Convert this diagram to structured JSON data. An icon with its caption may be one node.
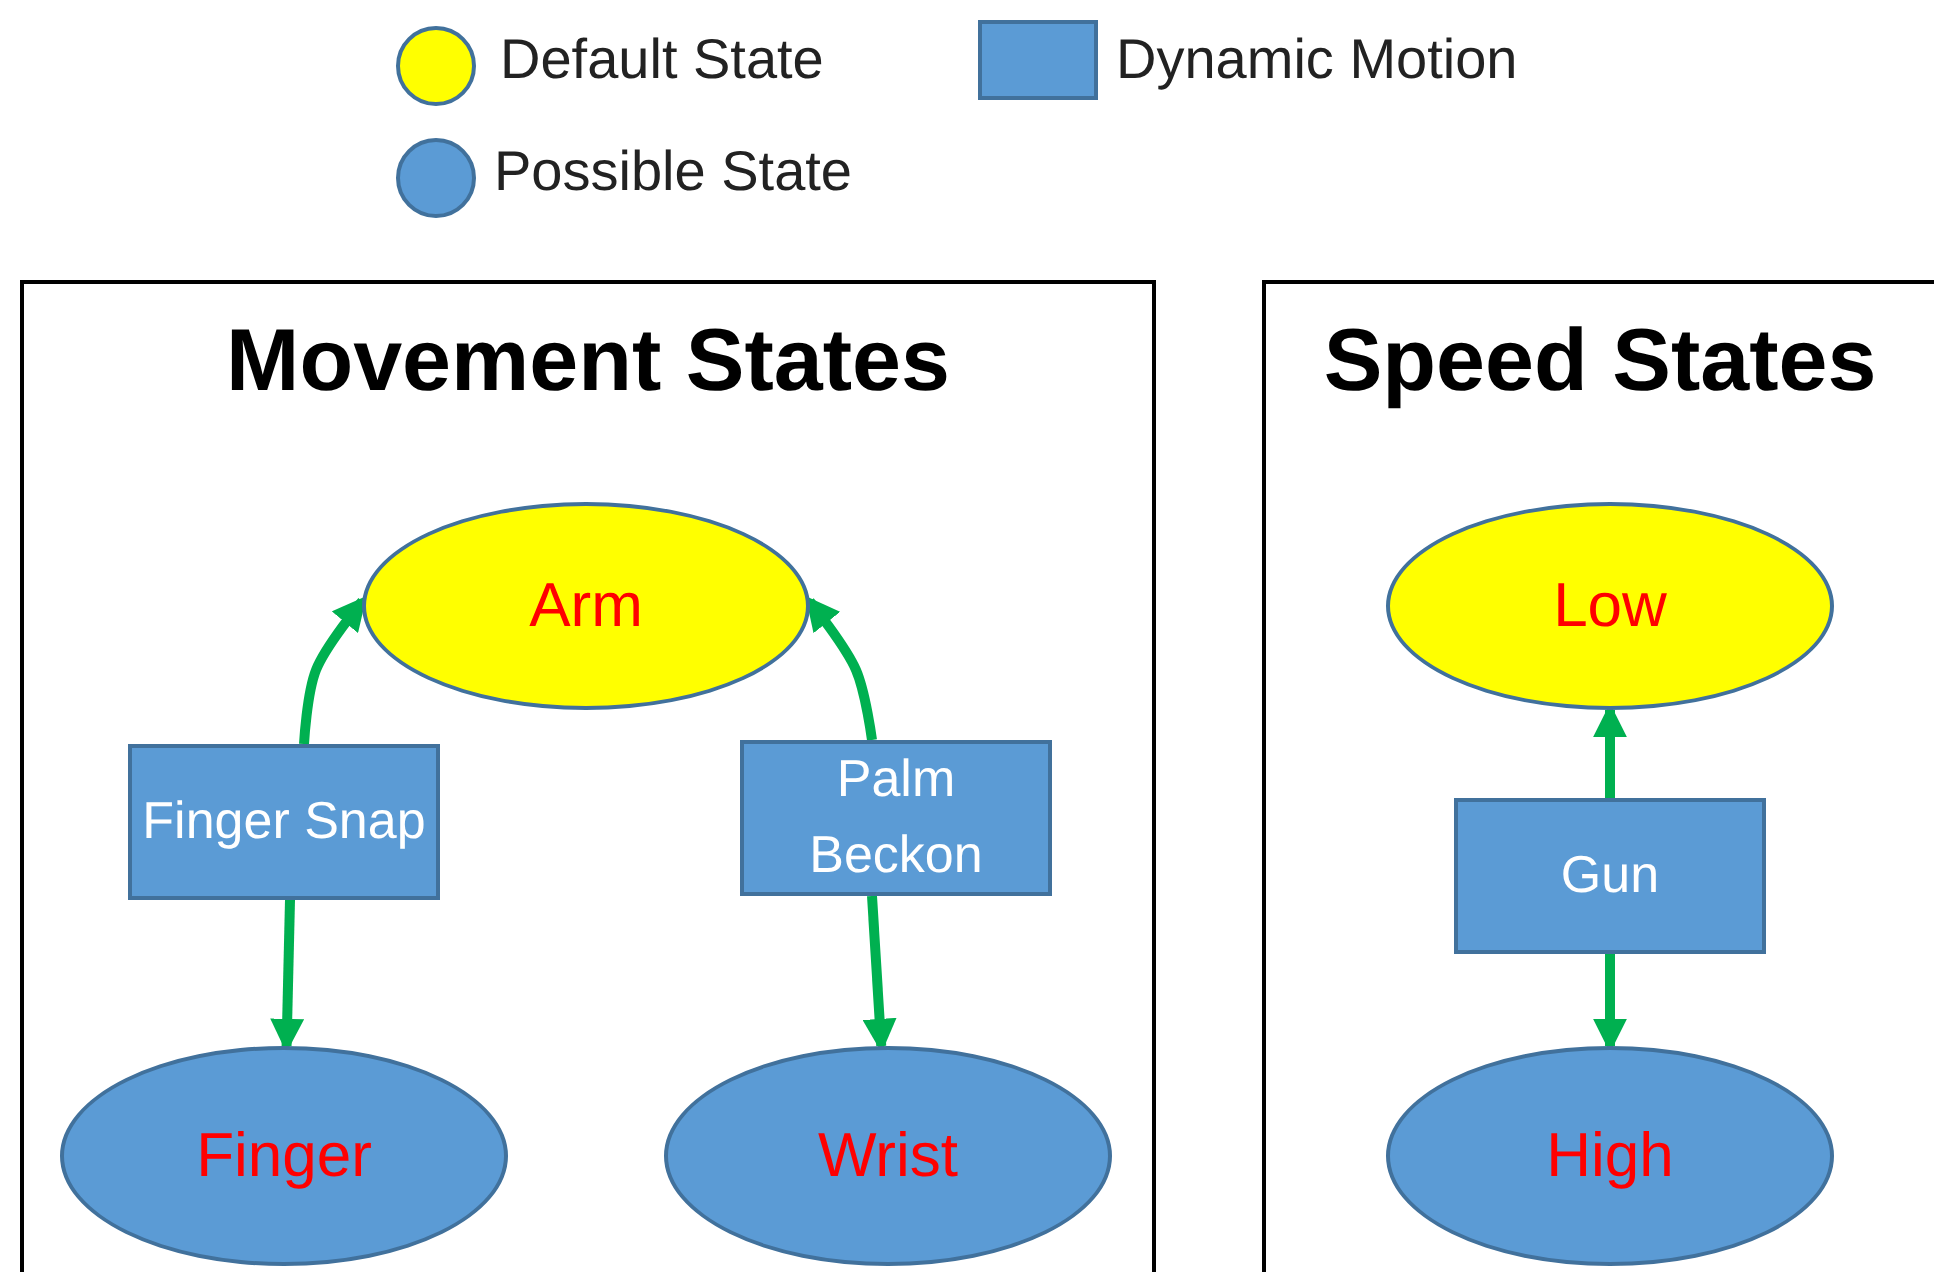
{
  "diagram": {
    "nodes": [
      {
        "text": [
          "Movement States"
        ]
      },
      {
        "text": [
          "Arm"
        ],
        "in": 0
      },
      {
        "text": [
          "Finger Snap"
        ],
        "in": 0
      },
      {
        "text": [
          "Palm Beckon"
        ],
        "in": 0
      },
      {
        "text": [
          "Finger"
        ],
        "in": 0
      },
      {
        "text": [
          "Wrist"
        ],
        "in": 0
      },
      {
        "text": [
          "Speed States"
        ]
      },
      {
        "text": [
          "Low"
        ],
        "in": 6
      },
      {
        "text": [
          "Gun"
        ],
        "in": 6
      },
      {
        "text": [
          "High"
        ],
        "in": 6
      }
    ],
    "edges": [
      {
        "from": 2,
        "to": 1,
        "arrow": "to"
      },
      {
        "from": 2,
        "to": 4,
        "arrow": "to"
      },
      {
        "from": 3,
        "to": 1,
        "arrow": "to"
      },
      {
        "from": 3,
        "to": 5,
        "arrow": "to"
      },
      {
        "from": 8,
        "to": 7,
        "arrow": "to"
      },
      {
        "from": 8,
        "to": 9,
        "arrow": "to"
      }
    ],
    "legend": [
      {
        "text": "Default State",
        "color": "#ffff00"
      },
      {
        "text": "Dynamic Motion",
        "color": "#5b9bd5"
      },
      {
        "text": "Possible State",
        "color": "#5b9bd5"
      }
    ]
  }
}
